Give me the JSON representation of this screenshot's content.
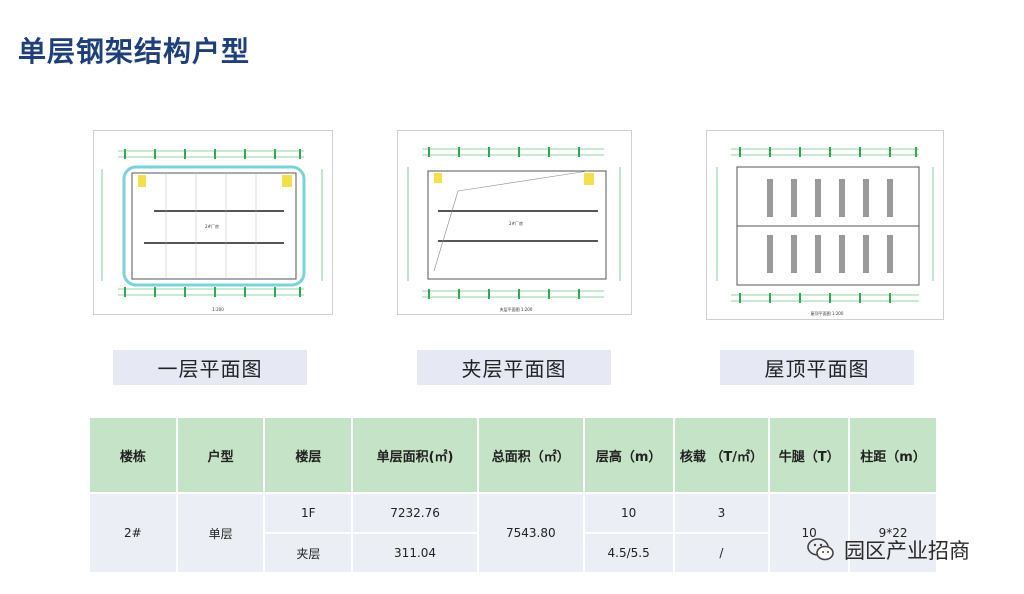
{
  "page": {
    "title": "单层钢架结构户型"
  },
  "plans": [
    {
      "label": "一层平面图"
    },
    {
      "label": "夹层平面图"
    },
    {
      "label": "屋顶平面图"
    }
  ],
  "table": {
    "headers": [
      "楼栋",
      "户型",
      "楼层",
      "单层面积(㎡)",
      "总面积（㎡）",
      "层高（m）",
      "核载 （T/㎡）",
      "牛腿（T）",
      "柱距（m）"
    ],
    "building": "2#",
    "unit_type": "单层",
    "rows": [
      {
        "floor": "1F",
        "area": "7232.76",
        "height": "10",
        "load": "3"
      },
      {
        "floor": "夹层",
        "area": "311.04",
        "height": "4.5/5.5",
        "load": "/"
      }
    ],
    "total_area": "7543.80",
    "corbel": "10",
    "column_spacing": "9*22"
  },
  "watermark": {
    "text": "园区产业招商"
  },
  "colors": {
    "title": "#1f3f7a",
    "header_bg": "#c5e3c6",
    "cell_bg": "#eceef5",
    "label_bg": "#e6e9f3",
    "drawing_green": "#2fa84f"
  }
}
